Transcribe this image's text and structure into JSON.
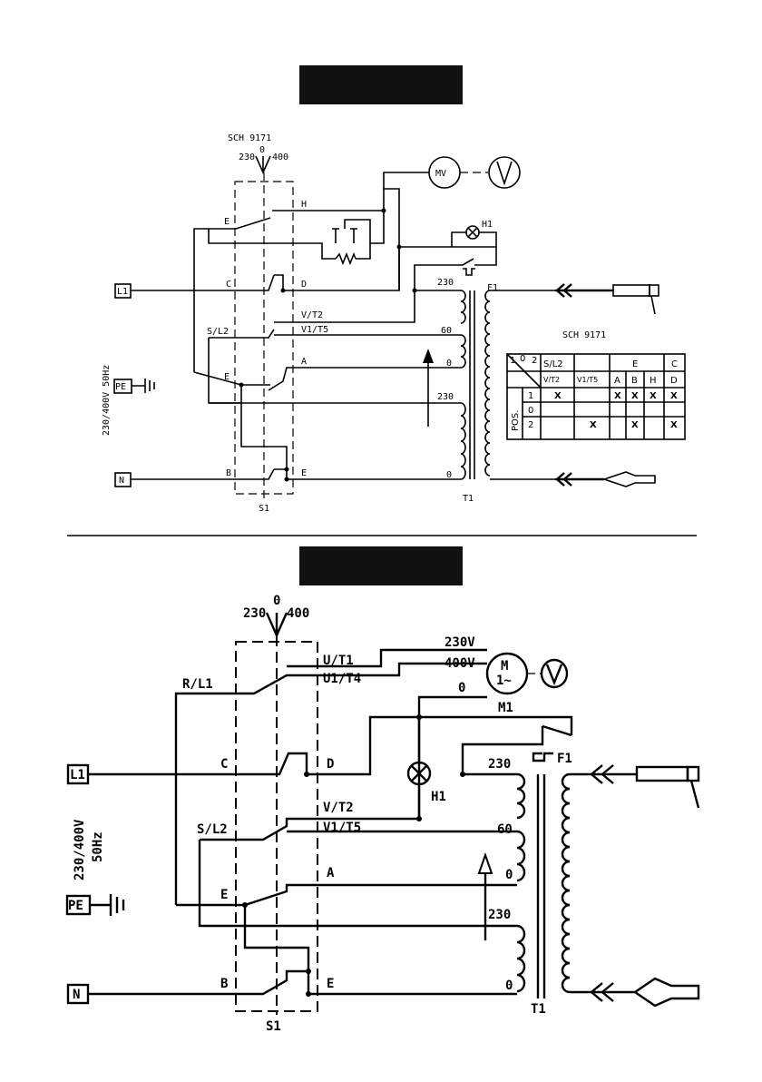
{
  "top": {
    "scheme_code": "SCH 9171",
    "selector": {
      "left": "230",
      "mid": "0",
      "right": "400"
    },
    "supply_label": "230/400V 50Hz",
    "terminals": {
      "l1": "L1",
      "pe": "PE",
      "n": "N"
    },
    "contacts": {
      "e1": "E",
      "h": "H",
      "c": "C",
      "d": "D",
      "vt2": "V/T2",
      "sl2": "S/L2",
      "v1t5": "V1/T5",
      "e2": "E",
      "a": "A",
      "b": "B",
      "e3": "E"
    },
    "motor": "MV",
    "lamp": "H1",
    "thermostat": "F1",
    "taps": {
      "t230a": "230",
      "t60": "60",
      "t0a": "0",
      "t230b": "230",
      "t0b": "0"
    },
    "transformer": "T1",
    "switch": "S1",
    "table": {
      "title": "SCH 9171",
      "corner": {
        "p1": "1",
        "p0": "0",
        "p2": "2"
      },
      "groups": [
        "S/L2",
        "E",
        "C"
      ],
      "columns": [
        "V/T2",
        "V1/T5",
        "A",
        "B",
        "H",
        "D"
      ],
      "pos_label": "POS.",
      "rows": [
        {
          "pos": "1",
          "cells": [
            "X",
            "",
            "X",
            "X",
            "X",
            "X"
          ]
        },
        {
          "pos": "0",
          "cells": [
            "",
            "",
            "",
            "",
            "",
            ""
          ]
        },
        {
          "pos": "2",
          "cells": [
            "",
            "X",
            "",
            "X",
            "",
            "X"
          ]
        }
      ]
    }
  },
  "bottom": {
    "selector": {
      "left": "230",
      "mid": "0",
      "right": "400"
    },
    "supply_line1": "230/400V",
    "supply_line2": "50Hz",
    "terminals": {
      "l1": "L1",
      "pe": "PE",
      "n": "N"
    },
    "contacts": {
      "ut1": "U/T1",
      "u1t4": "U1/T4",
      "rl1": "R/L1",
      "c": "C",
      "d": "D",
      "vt2": "V/T2",
      "sl2": "S/L2",
      "v1t5": "V1/T5",
      "a": "A",
      "e": "E",
      "b": "B",
      "e2": "E"
    },
    "motor_v1": "230V",
    "motor_v2": "400V",
    "motor_zero": "0",
    "motor_symbol": "M",
    "motor_phase": "1~",
    "motor": "M1",
    "lamp": "H1",
    "thermostat": "F1",
    "taps": {
      "t230a": "230",
      "t60": "60",
      "t0a": "0",
      "t230b": "230",
      "t0b": "0"
    },
    "transformer": "T1",
    "switch": "S1"
  }
}
